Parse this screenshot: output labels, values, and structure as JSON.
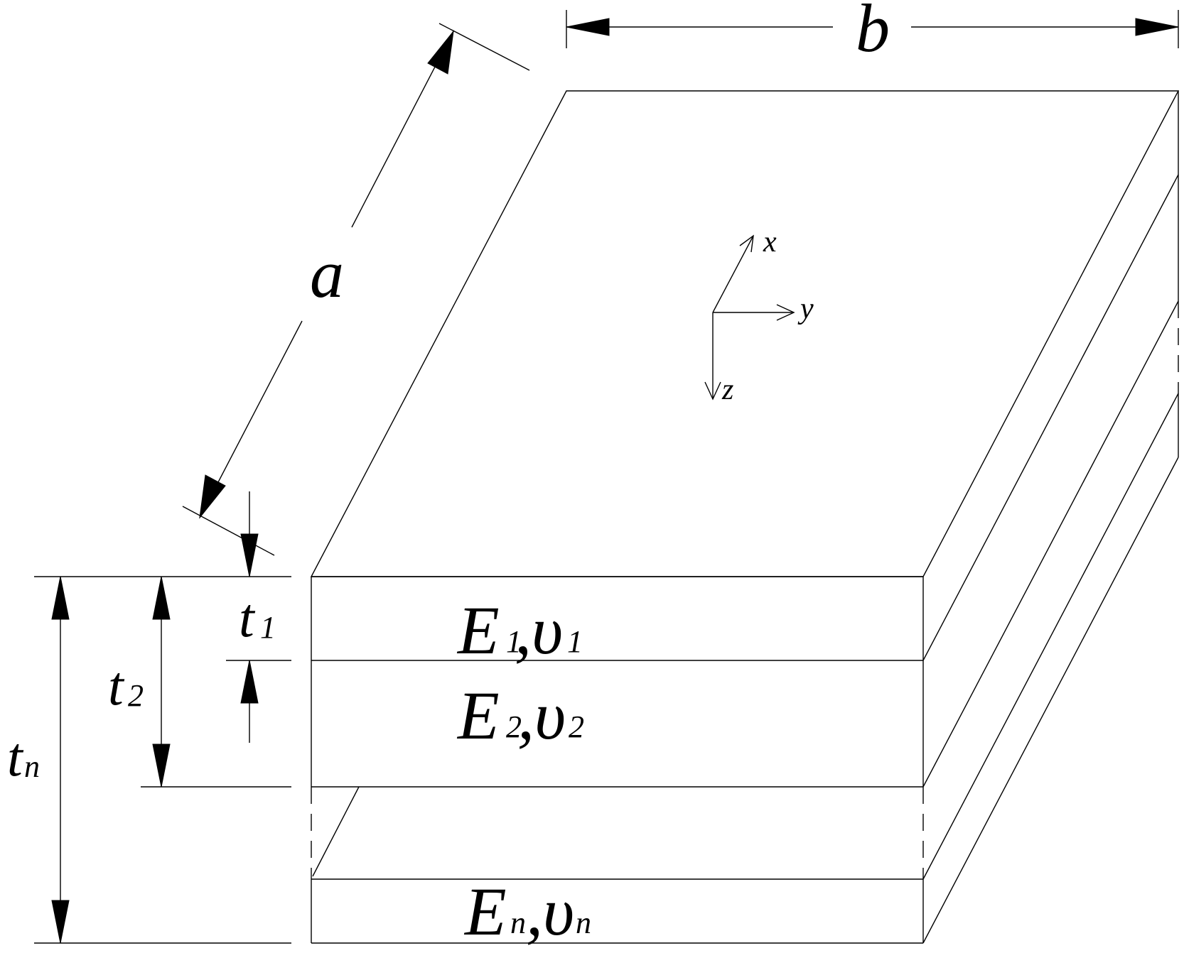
{
  "labels": {
    "b": "b",
    "a": "a",
    "t1": "t",
    "t1_sub": "1",
    "t2": "t",
    "t2_sub": "2",
    "tn": "t",
    "tn_sub": "n",
    "layer1_E": "E",
    "layer1_E_sub": "1",
    "layer1_sep": ",",
    "layer1_nu": "υ",
    "layer1_nu_sub": "1",
    "layer2_E": "E",
    "layer2_E_sub": "2",
    "layer2_sep": ",",
    "layer2_nu": "υ",
    "layer2_nu_sub": "2",
    "layern_E": "E",
    "layern_E_sub": "n",
    "layern_sep": ",",
    "layern_nu": "υ",
    "layern_nu_sub": "n",
    "axis_x": "x",
    "axis_y": "y",
    "axis_z": "z"
  }
}
